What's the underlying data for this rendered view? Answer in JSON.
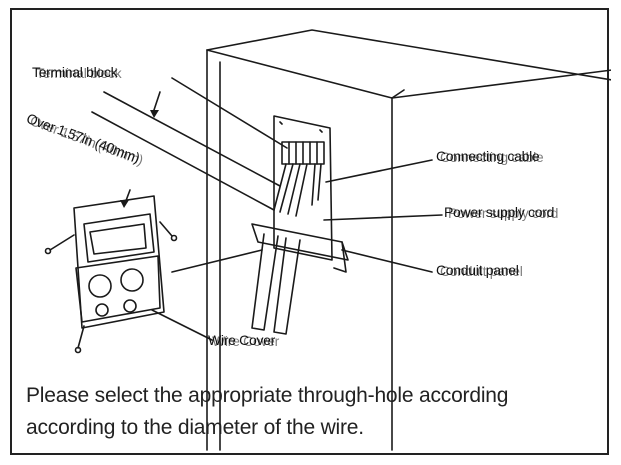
{
  "labels": {
    "terminal_block": "Terminal block",
    "dimension": "Over 1.57in (40mm)",
    "connecting_cable": "Connecting cable",
    "power_supply_cord": "Power supply cord",
    "conduit_panel": "Conduit panel",
    "wire_cover": "Wire Cover"
  },
  "caption": {
    "line1": "Please select the appropriate through-hole according",
    "line2": "according to the diameter of the wire."
  },
  "colors": {
    "line": "#1a1a1a",
    "border": "#222222"
  }
}
